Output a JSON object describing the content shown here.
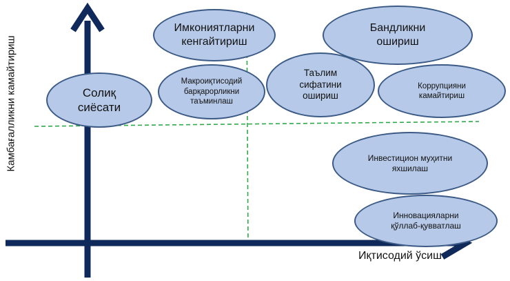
{
  "axes": {
    "y_label": "Камбағалликни камайтириш",
    "x_label": "Иқтисодий ўсиш"
  },
  "colors": {
    "axis": "#0f2a5a",
    "ellipse_fill": "#b7c9e8",
    "ellipse_border": "#3b5a86",
    "divider": "#2fa84a"
  },
  "nodes": [
    {
      "id": "tax",
      "label": "Солиқ\nсиёсати"
    },
    {
      "id": "macro",
      "label": "Макроиқтисодий\nбарқарорликни\nтаъминлаш"
    },
    {
      "id": "opportunity",
      "label": "Имкониятларни\nкенгайтириш"
    },
    {
      "id": "education",
      "label": "Таълим\nсифатини\nошириш"
    },
    {
      "id": "employment",
      "label": "Бандликни\nошириш"
    },
    {
      "id": "corruption",
      "label": "Коррупцияни\nкамайтириш"
    },
    {
      "id": "investment",
      "label": "Инвестицион муҳитни\nяхшилаш"
    },
    {
      "id": "innovation",
      "label": "Инновацияларни\nқўллаб-қувватлаш"
    }
  ]
}
